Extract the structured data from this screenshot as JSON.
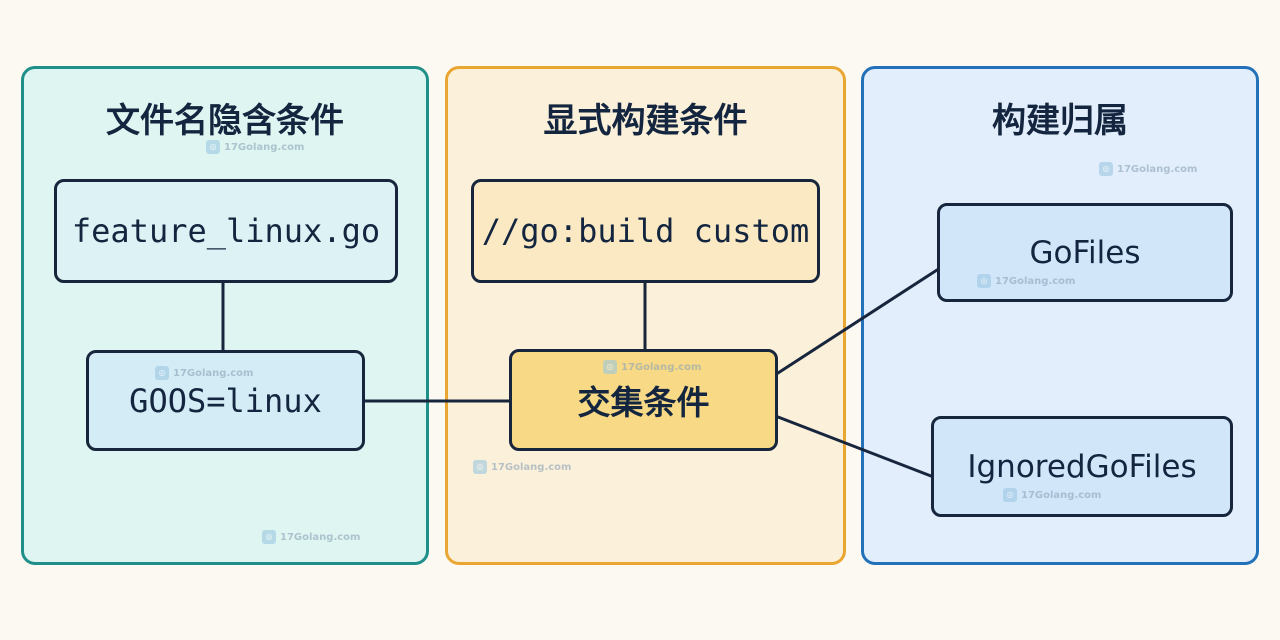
{
  "panels": {
    "left": {
      "title": "文件名隐含条件"
    },
    "middle": {
      "title": "显式构建条件"
    },
    "right": {
      "title": "构建归属"
    }
  },
  "nodes": {
    "filename": "feature_linux.go",
    "goos": "GOOS=linux",
    "build_tag": "//go:build custom",
    "intersection": "交集条件",
    "gofiles": "GoFiles",
    "ignored": "IgnoredGoFiles"
  },
  "watermark": "17Golang.com",
  "colors": {
    "left_panel": "#dff5f1",
    "left_border": "#1f8f8a",
    "middle_panel": "#fbf0d9",
    "middle_border": "#eaa633",
    "right_panel": "#e2eefb",
    "right_border": "#2371b8",
    "intersection_fill": "#f8d985",
    "text": "#14263f"
  }
}
